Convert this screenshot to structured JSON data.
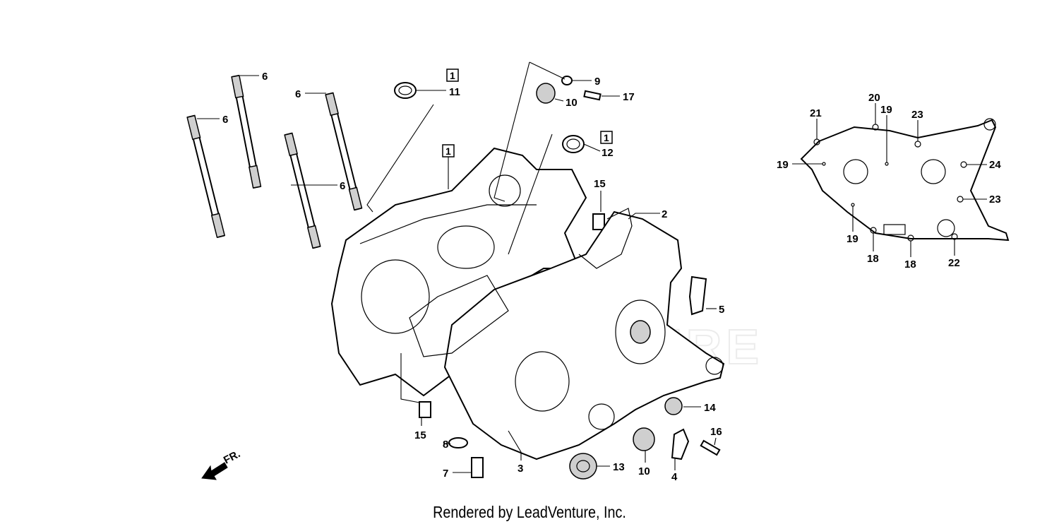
{
  "callouts": [
    "6",
    "6",
    "6",
    "6",
    "11",
    "12",
    "9",
    "10",
    "17",
    "15",
    "2",
    "5",
    "14",
    "16",
    "10",
    "4",
    "13",
    "3",
    "8",
    "7",
    "15"
  ],
  "boxed_marks": [
    "1",
    "1",
    "1"
  ],
  "gasket_callouts": [
    "21",
    "20",
    "19",
    "23",
    "19",
    "24",
    "23",
    "19",
    "18",
    "18",
    "22"
  ],
  "direction": "FR.",
  "watermark": "LEADVENTURE",
  "credit": "Rendered by LeadVenture, Inc."
}
